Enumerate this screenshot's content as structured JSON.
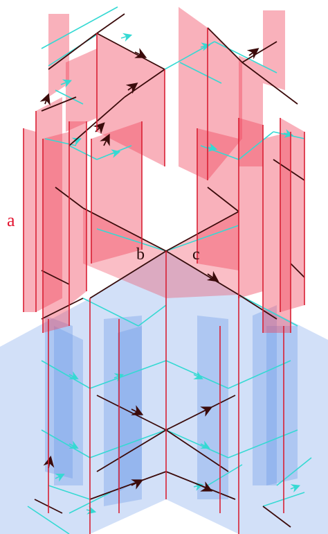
{
  "labels": {
    "a": "a",
    "b": "b",
    "c": "c"
  },
  "colors": {
    "red_fill": "#f0445c",
    "red_edge": "#d81f33",
    "blue_fill": "#5d8ee6",
    "cyan": "#35d9d3",
    "dark": "#3b0b0b",
    "label_red": "#e3122e",
    "label_dark": "#2a0a0a"
  }
}
